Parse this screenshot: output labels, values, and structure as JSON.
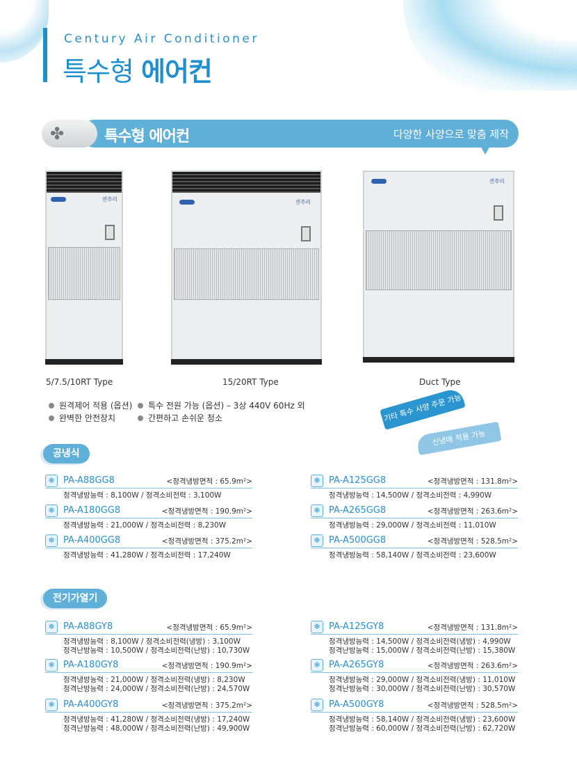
{
  "header": {
    "subtitle_en": "Century Air Conditioner",
    "title_light": "특수형",
    "title_bold": "에어컨"
  },
  "banner": {
    "title": "특수형 에어컨",
    "subtitle": "다양한 사양으로 맞춤 제작",
    "icon": "fan-icon"
  },
  "products": [
    {
      "caption": "5/7.5/10RT Type",
      "brand": "센추리"
    },
    {
      "caption": "15/20RT Type",
      "brand": "센추리"
    },
    {
      "caption": "Duct Type",
      "brand": "센추리"
    }
  ],
  "features": [
    "원격제어 적용 (옵션)",
    "완벽한 안전장치",
    "특수 전원 가능 (옵션) – 3상 440V 60Hz 외",
    "간편하고 손쉬운 청소"
  ],
  "callouts": [
    "기타 특수 사양 주문 가능",
    "신냉매 적용 가능"
  ],
  "colors": {
    "accent": "#2a8fcb",
    "banner": "#5fb0d9"
  },
  "sections": [
    {
      "title": "공냉식",
      "models": [
        {
          "name": "PA-A88GG8",
          "area": "<정격냉방면적 : 65.9m²>",
          "specs": [
            "정격냉방능력 : 8,100W / 정격소비전력 : 3,100W"
          ]
        },
        {
          "name": "PA-A125GG8",
          "area": "<정격냉방면적 : 131.8m²>",
          "specs": [
            "정격냉방능력 : 14,500W / 정격소비전력 : 4,990W"
          ]
        },
        {
          "name": "PA-A180GG8",
          "area": "<정격냉방면적 : 190.9m²>",
          "specs": [
            "정격냉방능력 : 21,000W / 정격소비전력 : 8,230W"
          ]
        },
        {
          "name": "PA-A265GG8",
          "area": "<정격냉방면적 : 263.6m²>",
          "specs": [
            "정격냉방능력 : 29,000W / 정격소비전력 : 11,010W"
          ]
        },
        {
          "name": "PA-A400GG8",
          "area": "<정격냉방면적 : 375.2m²>",
          "specs": [
            "정격냉방능력 : 41,280W / 정격소비전력 : 17,240W"
          ]
        },
        {
          "name": "PA-A500GG8",
          "area": "<정격냉방면적 : 528.5m²>",
          "specs": [
            "정격냉방능력 : 58,140W / 정격소비전력 : 23,600W"
          ]
        }
      ]
    },
    {
      "title": "전기가열기",
      "models": [
        {
          "name": "PA-A88GY8",
          "area": "<정격냉방면적 : 65.9m²>",
          "specs": [
            "정격냉방능력 : 8,100W / 정격소비전력(냉방) : 3,100W",
            "정격난방능력 : 10,500W / 정격소비전력(난방) : 10,730W"
          ]
        },
        {
          "name": "PA-A125GY8",
          "area": "<정격냉방면적 : 131.8m²>",
          "specs": [
            "정격냉방능력 : 14,500W / 정격소비전력(냉방) : 4,990W",
            "정격난방능력 : 15,000W / 정격소비전력(난방) : 15,380W"
          ]
        },
        {
          "name": "PA-A180GY8",
          "area": "<정격냉방면적 : 190.9m²>",
          "specs": [
            "정격냉방능력 : 21,000W / 정격소비전력(냉방) : 8,230W",
            "정격난방능력 : 24,000W / 정격소비전력(난방) : 24,570W"
          ]
        },
        {
          "name": "PA-A265GY8",
          "area": "<정격냉방면적 : 263.6m²>",
          "specs": [
            "정격냉방능력 : 29,000W / 정격소비전력(냉방) : 11,010W",
            "정격난방능력 : 30,000W / 정격소비전력(난방) : 30,570W"
          ]
        },
        {
          "name": "PA-A400GY8",
          "area": "<정격냉방면적 : 375.2m²>",
          "specs": [
            "정격냉방능력 : 41,280W / 정격소비전력(냉방) : 17,240W",
            "정격난방능력 : 48,000W / 정격소비전력(난방) : 49,900W"
          ]
        },
        {
          "name": "PA-A500GY8",
          "area": "<정격냉방면적 : 528.5m²>",
          "specs": [
            "정격냉방능력 : 58,140W / 정격소비전력(냉방) : 23,600W",
            "정격난방능력 : 60,000W / 정격소비전력(난방) : 62,720W"
          ]
        }
      ]
    }
  ]
}
